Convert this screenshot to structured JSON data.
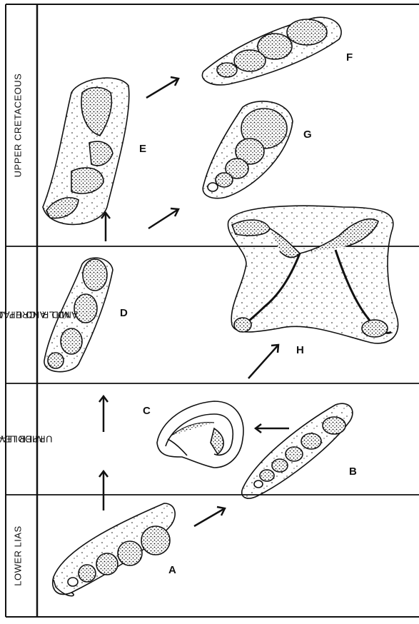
{
  "stages": [
    {
      "id": "upper-cretaceous",
      "label_lines": [
        "UPPER  CRETACEOUS"
      ]
    },
    {
      "id": "mid-jurassic",
      "label_lines": [
        "MID. AND UP. JURASSIC",
        "AND LR. CRETACEOUS"
      ]
    },
    {
      "id": "middle-upper-lias",
      "label_lines": [
        "MIDDLE AND",
        "UPPER LIAS"
      ]
    },
    {
      "id": "lower-lias",
      "label_lines": [
        "LOWER LIAS"
      ]
    }
  ],
  "specimens": {
    "A": "A",
    "B": "B",
    "C": "C",
    "D": "D",
    "E": "E",
    "F": "F",
    "G": "G",
    "H": "H"
  },
  "colors": {
    "ink": "#111111",
    "paper": "#ffffff"
  }
}
